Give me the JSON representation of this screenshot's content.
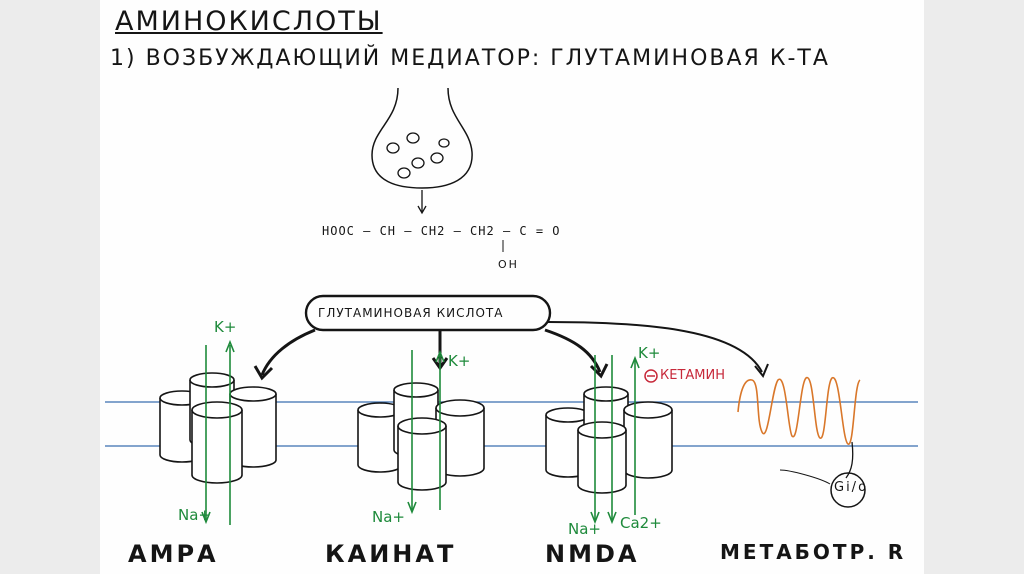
{
  "title": "АМИНОКИСЛОТЫ",
  "subtitle": "1) ВОЗБУЖДАЮЩИЙ МЕДИАТОР: ГЛУТАМИНОВАЯ К-ТА",
  "formula": {
    "main": "HOOC – CH – CH2 – CH2 – C = O",
    "oh": "OH"
  },
  "bubble_label": "ГЛУТАМИНОВАЯ КИСЛОТА",
  "ions": {
    "k": "K+",
    "na": "Na+",
    "ca": "Ca2+"
  },
  "ketamine": "КЕТАМИН",
  "g_protein": "Gi/o",
  "receptors": [
    "АМРА",
    "КАИНАТ",
    "NMDA",
    "МЕТАБОТР. R"
  ],
  "colors": {
    "ion_arrows": "#1e8a3b",
    "ketamine": "#c7293a",
    "membrane": "#3a6fb0",
    "metabotropic": "#d9772a"
  }
}
